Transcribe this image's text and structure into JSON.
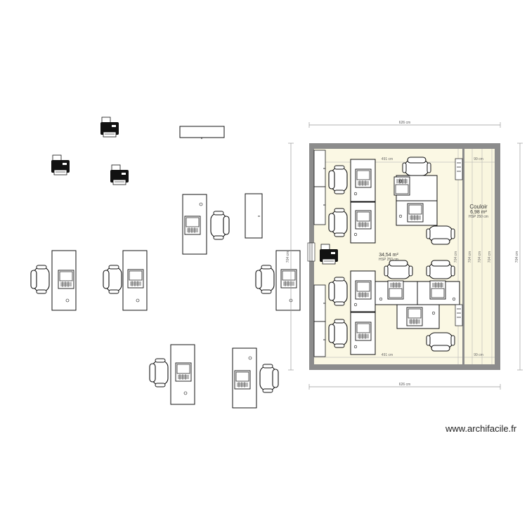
{
  "plan": {
    "dimensions": {
      "top_total": "626 cm",
      "bottom_total": "626 cm",
      "right_total": "704 cm",
      "left_total": "704 cm",
      "office_top": "491 cm",
      "office_bottom": "491 cm",
      "corridor_top": "99 cm",
      "corridor_bottom": "99 cm",
      "office_height_left": "704 cm",
      "corridor_height_left": "704 cm",
      "corridor_height_mid": "704 cm",
      "corridor_height_right": "704 cm"
    },
    "rooms": {
      "office": {
        "area": "34,54 m²",
        "hsp": "HSP 250 cm"
      },
      "corridor": {
        "name": "Couloir",
        "area": "6,98 m²",
        "hsp": "HSP 250 cm"
      }
    },
    "colors": {
      "wall": "#8c8c8c",
      "office_floor": "#fbf8e4",
      "corridor_floor": "#f9f6df",
      "line": "#111111"
    }
  },
  "footer": {
    "watermark": "www.archifacile.fr"
  }
}
